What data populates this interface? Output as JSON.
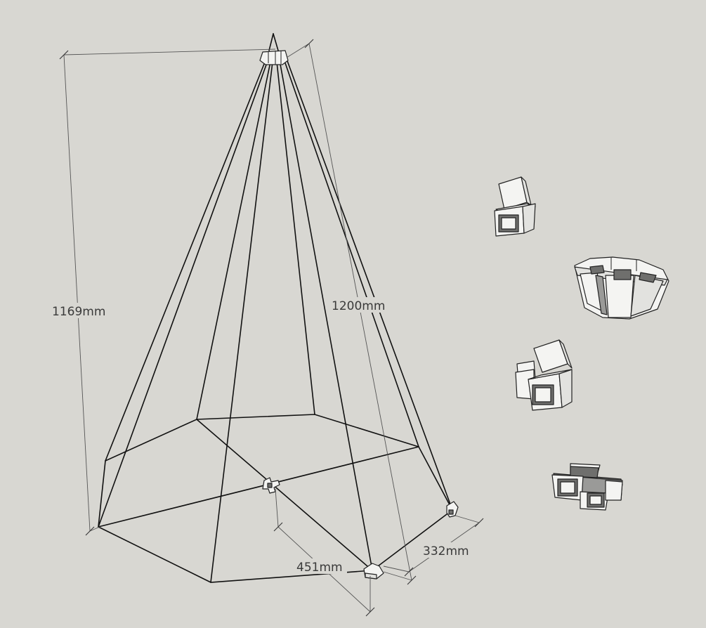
{
  "dimensions": {
    "height_label": "1169mm",
    "edge_label": "1200mm",
    "side_label": "451mm",
    "connector_label": "332mm"
  }
}
